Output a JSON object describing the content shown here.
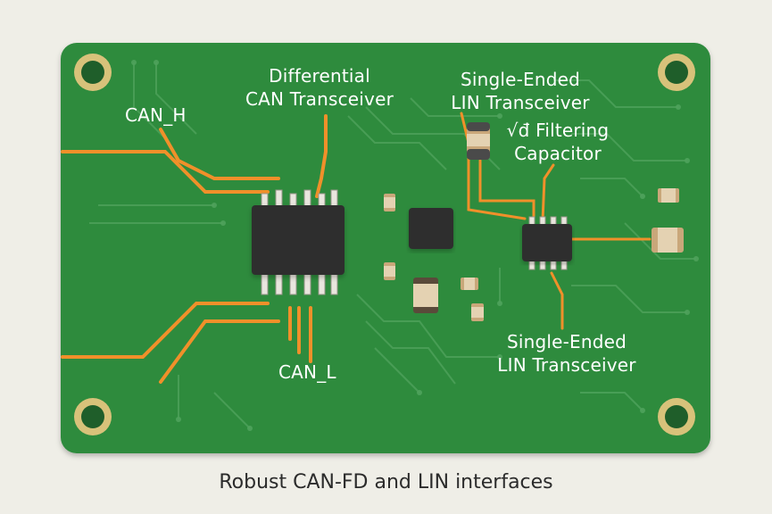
{
  "labels": {
    "can_h": "CAN_H",
    "can_l": "CAN_L",
    "diff_can_line1": "Differential",
    "diff_can_line2": "CAN Transceiver",
    "lin_top_line1": "Single-Ended",
    "lin_top_line2": "LIN Transceiver",
    "cap_line1": "√đ Filtering",
    "cap_line2": "Capacitor",
    "lin_bottom_line1": "Single-Ended",
    "lin_bottom_line2": "LIN Transceiver"
  },
  "caption": "Robust CAN-FD and LIN interfaces",
  "colors": {
    "board": "#2e8b3d",
    "trace": "#f0902a",
    "faint_trace": "#4fa25c",
    "chip": "#2f2f2f",
    "pad": "#d8c27a",
    "background": "#efeee7"
  }
}
